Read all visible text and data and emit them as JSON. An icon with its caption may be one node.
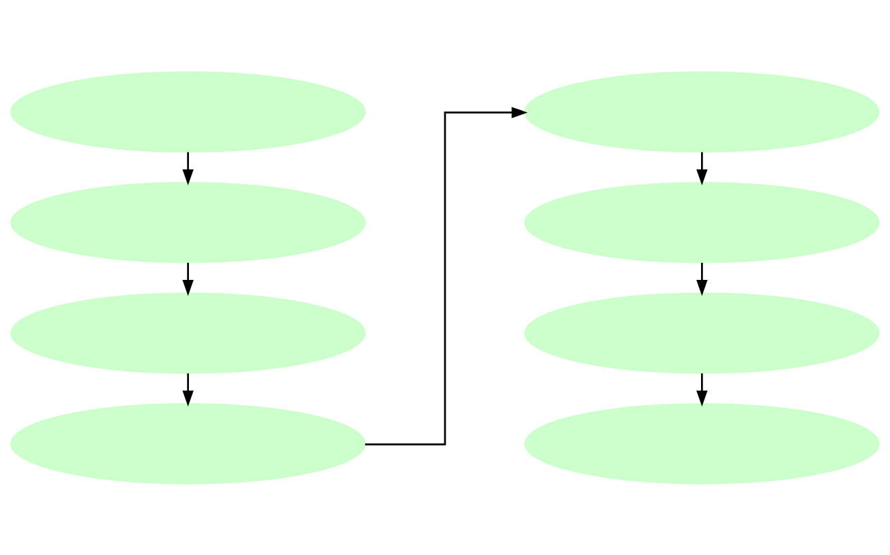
{
  "diagram": {
    "nodes": [
      {
        "text": [],
        "shape": "ellipse"
      },
      {
        "text": [],
        "shape": "ellipse"
      },
      {
        "text": [],
        "shape": "ellipse"
      },
      {
        "text": [],
        "shape": "ellipse"
      },
      {
        "text": [],
        "shape": "ellipse"
      },
      {
        "text": [],
        "shape": "ellipse"
      },
      {
        "text": [],
        "shape": "ellipse"
      },
      {
        "text": [],
        "shape": "ellipse"
      }
    ],
    "edges": [
      {
        "from": 0,
        "to": 1,
        "arrow": "to"
      },
      {
        "from": 1,
        "to": 2,
        "arrow": "to"
      },
      {
        "from": 2,
        "to": 3,
        "arrow": "to"
      },
      {
        "from": 3,
        "to": 4,
        "arrow": "to"
      },
      {
        "from": 4,
        "to": 5,
        "arrow": "to"
      },
      {
        "from": 5,
        "to": 6,
        "arrow": "to"
      },
      {
        "from": 6,
        "to": 7,
        "arrow": "to"
      }
    ]
  }
}
